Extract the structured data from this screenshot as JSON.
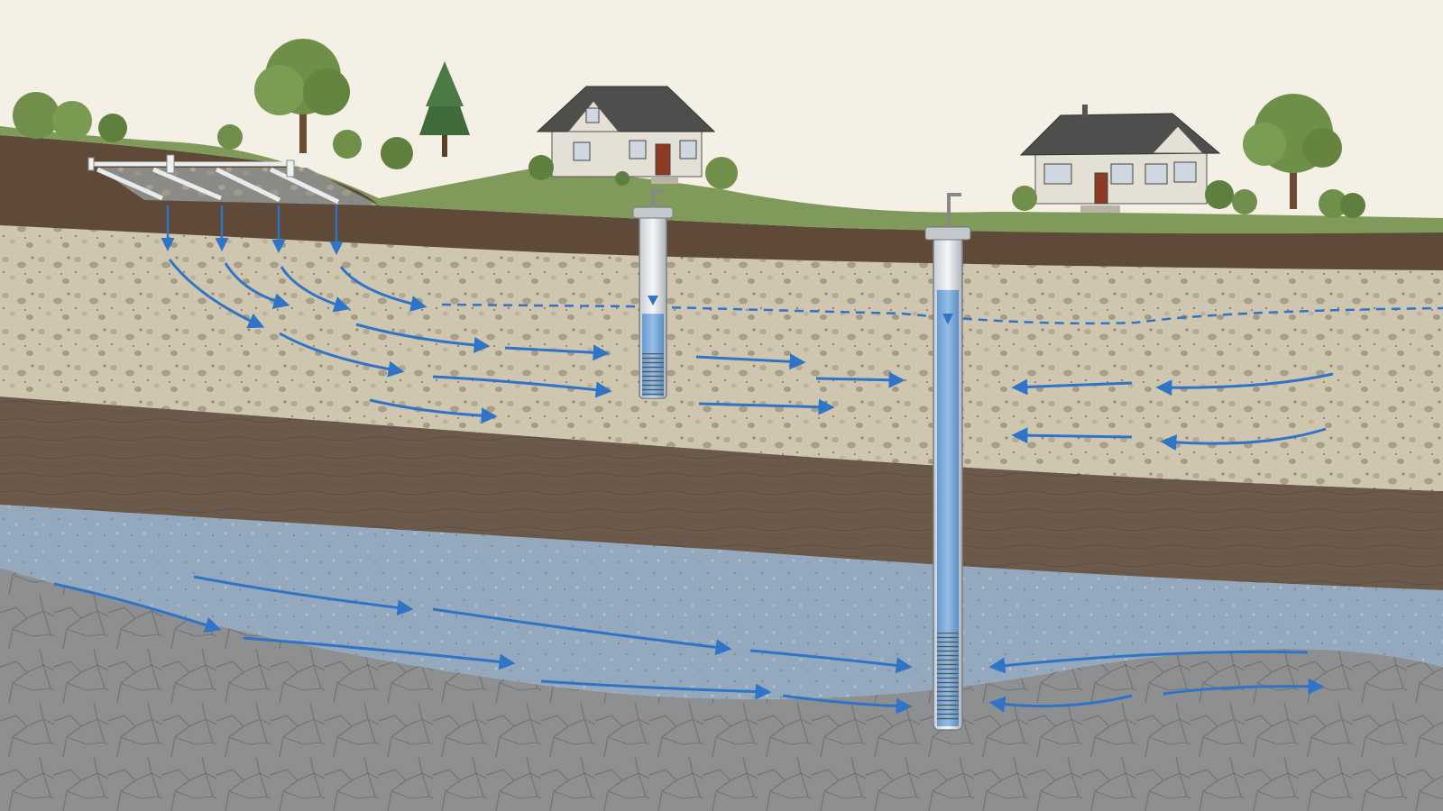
{
  "diagram": {
    "colors": {
      "sky": "#f4f0e6",
      "grass": "#7f9a5a",
      "topsoil": "#5f4a3a",
      "sand_aquifer": "#cfc6b0",
      "clay_confining_layer": "#6b5a4c",
      "deep_aquifer": "#94a9bd",
      "bedrock": "#8d8f91",
      "water": "#3f7fc4",
      "flow_arrow": "#2f74c6",
      "water_table_line": "#2f74c6"
    },
    "layers": [
      {
        "name": "topsoil",
        "fill": "#5f4a3a"
      },
      {
        "name": "unconfined-sand-gravel-aquifer",
        "fill": "#cfc6b0"
      },
      {
        "name": "clay-confining-layer",
        "fill": "#6b5a4c"
      },
      {
        "name": "confined-aquifer",
        "fill": "#94a9bd"
      },
      {
        "name": "bedrock",
        "fill": "#8d8f91"
      }
    ],
    "features": {
      "houses": [
        "house-left",
        "house-right"
      ],
      "wells": [
        "shallow-well",
        "deep-well"
      ],
      "septic": "septic-drain-field",
      "water_table": "water-table-dashed-line"
    },
    "icons": {
      "water_level_marker": "inverted-triangle",
      "flow": "arrow-right"
    },
    "shallow_well_fill": 0.45,
    "deep_well_fill": 0.89
  }
}
